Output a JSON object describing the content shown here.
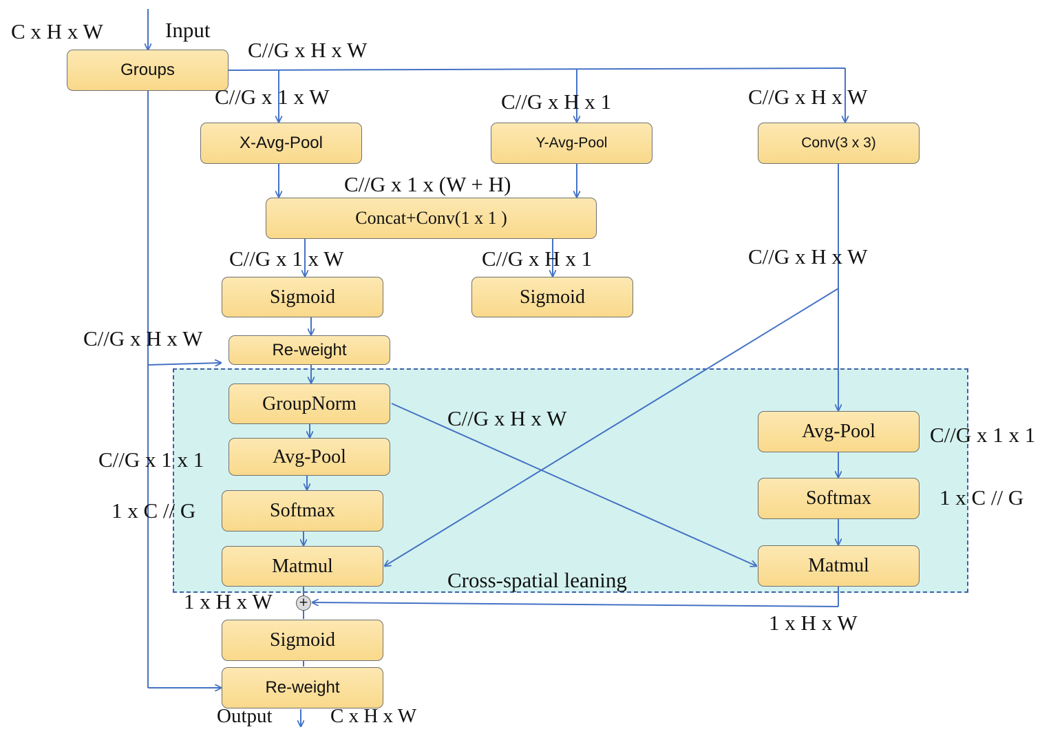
{
  "region": {
    "label": "Cross-spatial leaning"
  },
  "nodes": {
    "groups": "Groups",
    "x_avg_pool": "X-Avg-Pool",
    "y_avg_pool": "Y-Avg-Pool",
    "conv3x3": "Conv(3 x 3)",
    "concat_conv": "Concat+Conv(1 x 1 )",
    "sigmoid_left": "Sigmoid",
    "sigmoid_mid": "Sigmoid",
    "reweight_top": "Re-weight",
    "groupnorm": "GroupNorm",
    "avgpool_left": "Avg-Pool",
    "softmax_left": "Softmax",
    "matmul_left": "Matmul",
    "avgpool_right": "Avg-Pool",
    "softmax_right": "Softmax",
    "matmul_right": "Matmul",
    "sigmoid_bottom": "Sigmoid",
    "reweight_bottom": "Re-weight"
  },
  "labels": {
    "input_dims": "C x H x W",
    "input": "Input",
    "groups_out": "C//G x H x W",
    "x_pool_in": "C//G x 1 x W",
    "y_pool_in": "C//G x H x 1",
    "conv_in": "C//G x H x W",
    "concat_in": "C//G x 1 x (W + H)",
    "sig_left_in": "C//G x 1 x W",
    "sig_mid_in": "C//G x H x 1",
    "conv_out": "C//G x H x W",
    "reweight_in": "C//G x H x W",
    "cross_dims": "C//G x H x W",
    "avgpool_left_dims": "C//G x 1 x 1",
    "softmax_left_dims": "1 x C // G",
    "avgpool_right_dims": "C//G x 1 x 1",
    "softmax_right_dims": "1 x C // G",
    "sum_left_dims": "1 x H x W",
    "sum_right_dims": "1 x H x W",
    "output": "Output",
    "output_dims": "C x H x W",
    "plus_symbol": "+"
  },
  "colors": {
    "arrow": "#4472c4",
    "node_fill": "#f9d98b",
    "region_fill": "#d3f2ef",
    "region_border": "#3f5fa8"
  }
}
